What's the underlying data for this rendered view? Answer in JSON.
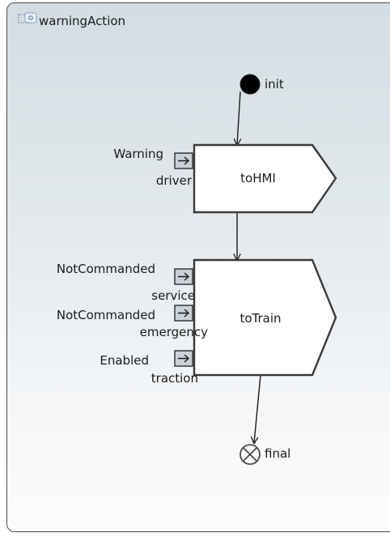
{
  "activity": {
    "name": "warningAction",
    "icon": "activity-icon"
  },
  "initial_node": {
    "label": "init"
  },
  "final_node": {
    "label": "final"
  },
  "actions": [
    {
      "name": "toHMI",
      "pins": [
        {
          "value": "Warning",
          "name": "driver"
        }
      ]
    },
    {
      "name": "toTrain",
      "pins": [
        {
          "value": "NotCommanded",
          "name": "service"
        },
        {
          "value": "NotCommanded",
          "name": "emergency"
        },
        {
          "value": "Enabled",
          "name": "traction"
        }
      ]
    }
  ],
  "colors": {
    "border": "#4a4a4a",
    "pin_fill": "#c9d2d8",
    "node_fill": "#ffffff",
    "initial_fill": "#000000"
  }
}
